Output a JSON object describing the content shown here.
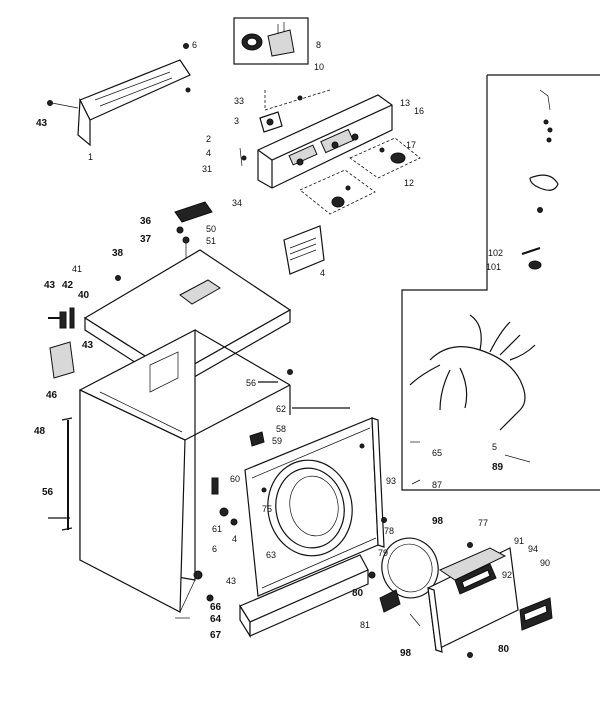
{
  "labels": [
    "6",
    "8",
    "43",
    "1",
    "10",
    "33",
    "3",
    "2",
    "4",
    "31",
    "13",
    "16",
    "17",
    "12",
    "36",
    "37",
    "38",
    "34",
    "50",
    "51",
    "4",
    "41",
    "43",
    "42",
    "40",
    "43",
    "46",
    "48",
    "56",
    "56",
    "62",
    "58",
    "59",
    "60",
    "75",
    "61",
    "4",
    "63",
    "6",
    "43",
    "66",
    "64",
    "67",
    "93",
    "78",
    "79",
    "98",
    "77",
    "91",
    "94",
    "92",
    "90",
    "80",
    "81",
    "98",
    "80",
    "65",
    "87",
    "5",
    "89",
    "102",
    "101"
  ]
}
